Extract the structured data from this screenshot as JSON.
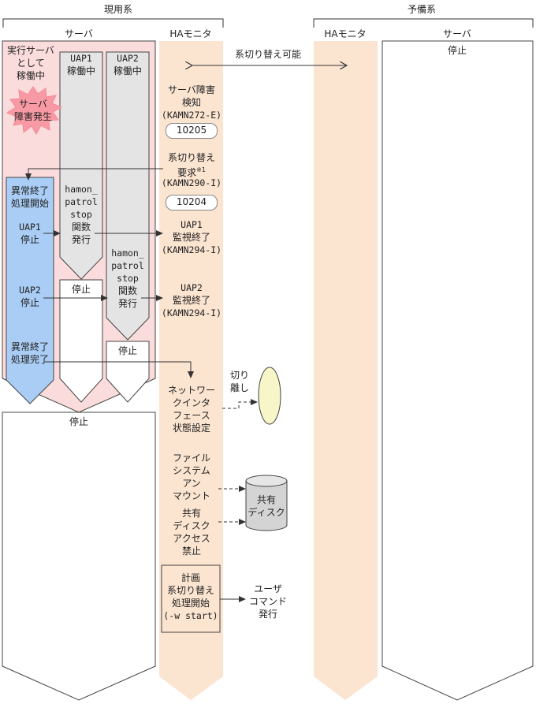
{
  "header": {
    "active_system": "現用系",
    "standby_system": "予備系",
    "server_active": "サーバ",
    "server_standby": "サーバ",
    "ha_monitor_active": "HAモニタ",
    "ha_monitor_standby": "HAモニタ"
  },
  "arrows": {
    "switch_possible": "系切り替え可能"
  },
  "server_active": {
    "running_as_exec_server": [
      "実行サーバ",
      "として",
      "稼働中"
    ],
    "failure_burst": [
      "サーバ",
      "障害発生"
    ],
    "uap1_header": "UAP1",
    "uap2_header": "UAP2",
    "uap1_status": "稼働中",
    "uap2_status": "稼働中",
    "abnormal_start": [
      "異常終了",
      "処理開始"
    ],
    "uap1_stop": [
      "UAP1",
      "停止"
    ],
    "uap2_stop": [
      "UAP2",
      "停止"
    ],
    "abnormal_done": [
      "異常終了",
      "処理完了"
    ],
    "hamon_call_1": [
      "hamon_",
      "patrol",
      "stop",
      "関数",
      "発行"
    ],
    "hamon_call_2": [
      "hamon_",
      "patrol",
      "stop",
      "関数",
      "発行"
    ],
    "uap1_stopped": "停止",
    "uap2_stopped": "停止",
    "server_stopped": "停止"
  },
  "ha_monitor_active": {
    "failure_detect": [
      "サーバ障害",
      "検知",
      "(KAMN272-E)"
    ],
    "code_1": "10205",
    "switch_request": [
      "系切り替え",
      "要求",
      "(KAMN290-I)"
    ],
    "switch_request_note": "※1",
    "code_2": "10204",
    "uap1_monitor_end": [
      "UAP1",
      "監視終了",
      "(KAMN294-I)"
    ],
    "uap2_monitor_end": [
      "UAP2",
      "監視終了",
      "(KAMN294-I)"
    ],
    "network_if": [
      "ネットワー",
      "クインタ",
      "フェース",
      "状態設定"
    ],
    "detach": [
      "切り",
      "離し"
    ],
    "fs_unmount": [
      "ファイル",
      "システム",
      "アン",
      "マウント"
    ],
    "shared_disk": [
      "共有",
      "ディスク"
    ],
    "disk_access_ban": [
      "共有",
      "ディスク",
      "アクセス",
      "禁止"
    ],
    "planned_switch": [
      "計画",
      "系切り替え",
      "処理開始",
      "(-w start)"
    ],
    "user_command": [
      "ユーザ",
      "コマンド",
      "発行"
    ]
  },
  "server_standby": {
    "stopped": "停止"
  },
  "colors": {
    "server_pink": "#fbdcdc",
    "ha_tan": "#fbe4d0",
    "uap_gray": "#e4e4e4",
    "abnormal_blue": "#a9cdf5",
    "burst_pink": "#f89aa5",
    "ellipse_yellow": "#f6f6c8",
    "cylinder_gray": "#d4d4d4"
  }
}
